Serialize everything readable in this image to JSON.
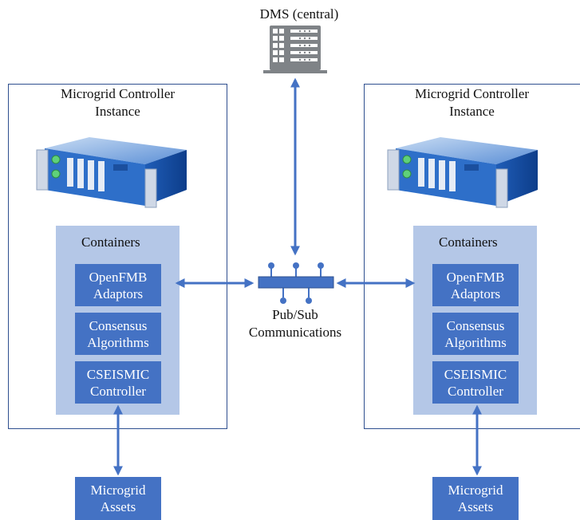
{
  "dms": {
    "label": "DMS (central)",
    "icon": "server-rack-icon"
  },
  "controllers": [
    {
      "title": "Microgrid Controller\nInstance",
      "containers_label": "Containers",
      "modules": [
        "OpenFMB\nAdaptors",
        "Consensus\nAlgorithms",
        "CSEISMIC\nController"
      ],
      "assets": "Microgrid\nAssets"
    },
    {
      "title": "Microgrid Controller\nInstance",
      "containers_label": "Containers",
      "modules": [
        "OpenFMB\nAdaptors",
        "Consensus\nAlgorithms",
        "CSEISMIC\nController"
      ],
      "assets": "Microgrid\nAssets"
    }
  ],
  "pubsub": {
    "label": "Pub/Sub\nCommunications",
    "icon": "network-hub-icon"
  },
  "colors": {
    "box_fill": "#4472c4",
    "container_fill": "#b4c7e7",
    "arrow": "#4472c4",
    "panel_border": "#2f4f8f"
  }
}
